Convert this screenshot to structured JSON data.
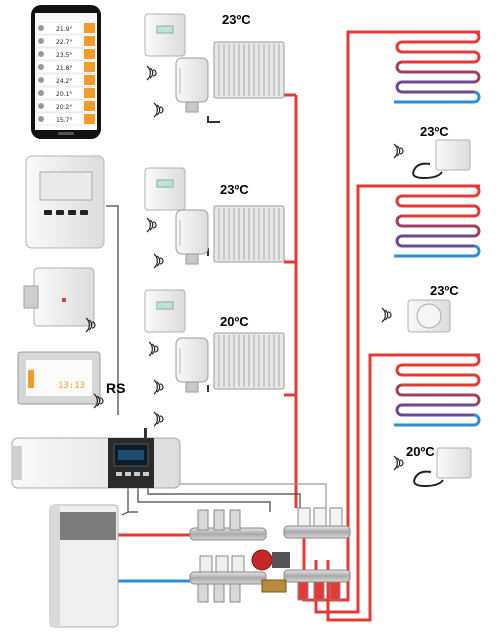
{
  "colors": {
    "hot": "#e53935",
    "cold": "#2a8fd6",
    "mid": "#7a4a86",
    "pipe_dark": "#333333"
  },
  "labels": {
    "room1_temp": "23ºC",
    "room2_temp": "23ºC",
    "room3_temp": "20ºC",
    "floor1_temp": "23ºC",
    "floor2_temp": "23ºC",
    "floor3_temp": "20ºC",
    "rs": "RS"
  },
  "app": {
    "rows": [
      {
        "value": "21.9°"
      },
      {
        "value": "22.7°"
      },
      {
        "value": "23.5°"
      },
      {
        "value": "21.8°"
      },
      {
        "value": "24.2°"
      },
      {
        "value": "20.1°"
      },
      {
        "value": "20.2°"
      },
      {
        "value": "15.7°"
      }
    ]
  },
  "panel": {
    "clock": "13:13"
  },
  "icons": [
    "wifi-icon",
    "smartphone-icon",
    "thermostat-icon",
    "radiator-icon",
    "valve-actuator-icon",
    "pump-icon",
    "boiler-icon",
    "controller-icon"
  ]
}
